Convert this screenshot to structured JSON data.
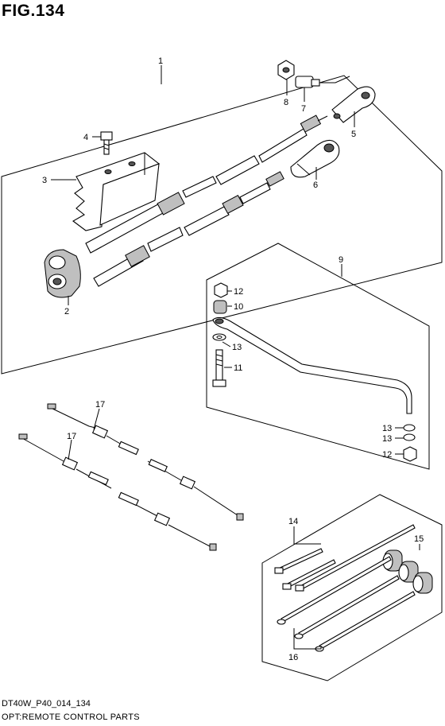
{
  "figure": {
    "title": "FIG.134",
    "code": "DT40W_P40_014_134",
    "caption": "OPT:REMOTE CONTROL PARTS"
  },
  "callouts": [
    "1",
    "2",
    "3",
    "4",
    "5",
    "6",
    "7",
    "8",
    "9",
    "10",
    "11",
    "12",
    "12",
    "13",
    "13",
    "13",
    "14",
    "15",
    "16",
    "17",
    "17"
  ]
}
